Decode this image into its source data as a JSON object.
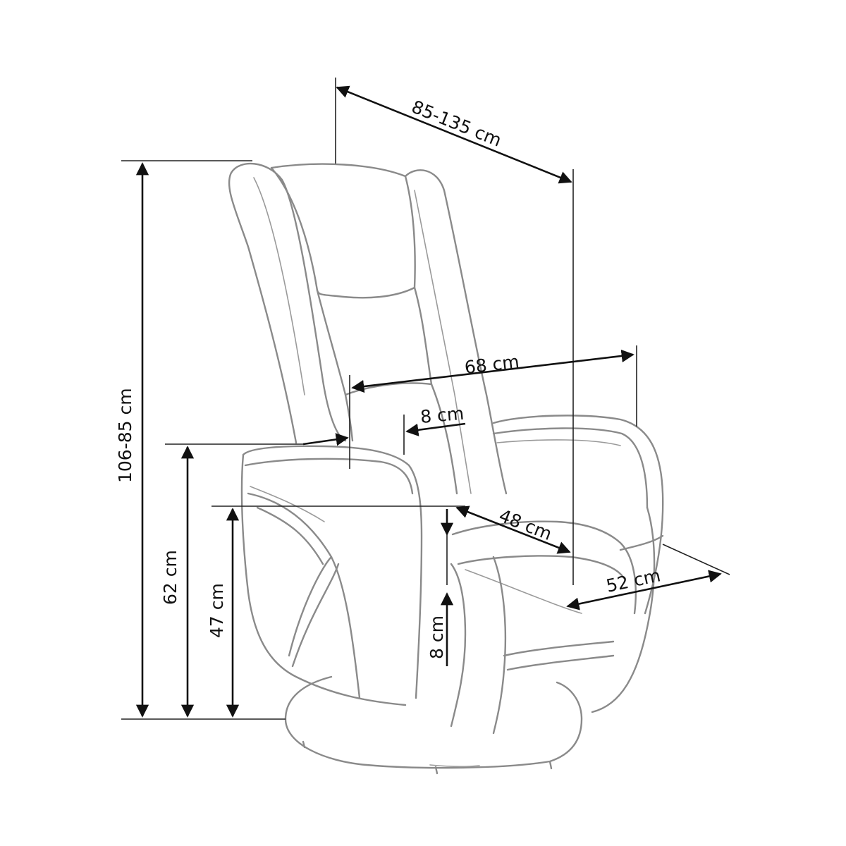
{
  "diagram": {
    "dimensions": {
      "depth_range": "85-135 cm",
      "height_range": "106-85 cm",
      "total_width": "68 cm",
      "armrest_width": "8 cm",
      "armrest_height": "62 cm",
      "seat_height": "47 cm",
      "seat_depth": "48 cm",
      "seat_width": "52 cm",
      "seat_cushion_thickness": "8 cm"
    }
  }
}
